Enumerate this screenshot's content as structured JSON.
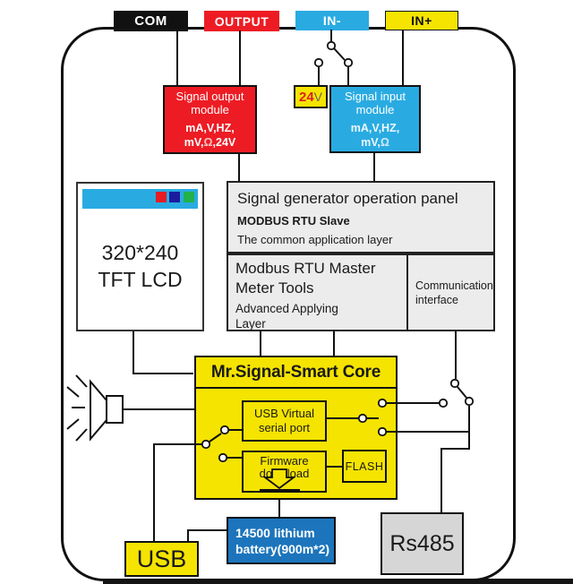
{
  "terminals": {
    "com": "COM",
    "output": "OUTPUT",
    "in_minus": "IN-",
    "in_plus": "IN+"
  },
  "output_module": {
    "title": [
      "Signal output",
      "module"
    ],
    "specs_line1": "mA,V,HZ,",
    "specs_pre": "mV,",
    "specs_omega": "Ω",
    "specs_post": ",24V"
  },
  "power": {
    "value": "24",
    "unit": "V"
  },
  "input_module": {
    "title": [
      "Signal input",
      "module"
    ],
    "specs_line1": "mA,V,HZ,",
    "specs_pre": "mV,",
    "specs_omega": "Ω",
    "specs_post": ""
  },
  "lcd": {
    "lines": [
      "320*240",
      "TFT LCD"
    ]
  },
  "panel": {
    "title": "Signal generator operation panel",
    "subtitle": "MODBUS RTU Slave",
    "layer": "The common application layer"
  },
  "modbus": {
    "title": [
      "Modbus RTU Master",
      "Meter Tools"
    ],
    "layer": [
      "Advanced Applying",
      "Layer"
    ],
    "interface": [
      "Communication",
      "interface"
    ]
  },
  "core": {
    "title": "Mr.Signal-Smart Core",
    "usb_virtual": [
      "USB Virtual",
      "serial port"
    ],
    "firmware": [
      "Firmware",
      "download"
    ],
    "flash": "FLASH"
  },
  "bottom": {
    "usb": "USB",
    "battery": [
      "14500 lithium",
      "battery(900m*2)"
    ],
    "rs485": "Rs485"
  },
  "icons": [
    "speaker-icon",
    "download-arrow-icon",
    "switch-contact",
    "lcd-rgb-pixels"
  ],
  "colors": {
    "red": "#ED1C24",
    "cyan": "#29ABE2",
    "yellow": "#F5E400",
    "battery_blue": "#1C75BC",
    "panel_gray": "#ECECEC",
    "rs485_gray": "#D6D6D6",
    "black": "#111111",
    "lcd_green": "#22B14C",
    "lcd_navy": "#1B1B9E"
  }
}
